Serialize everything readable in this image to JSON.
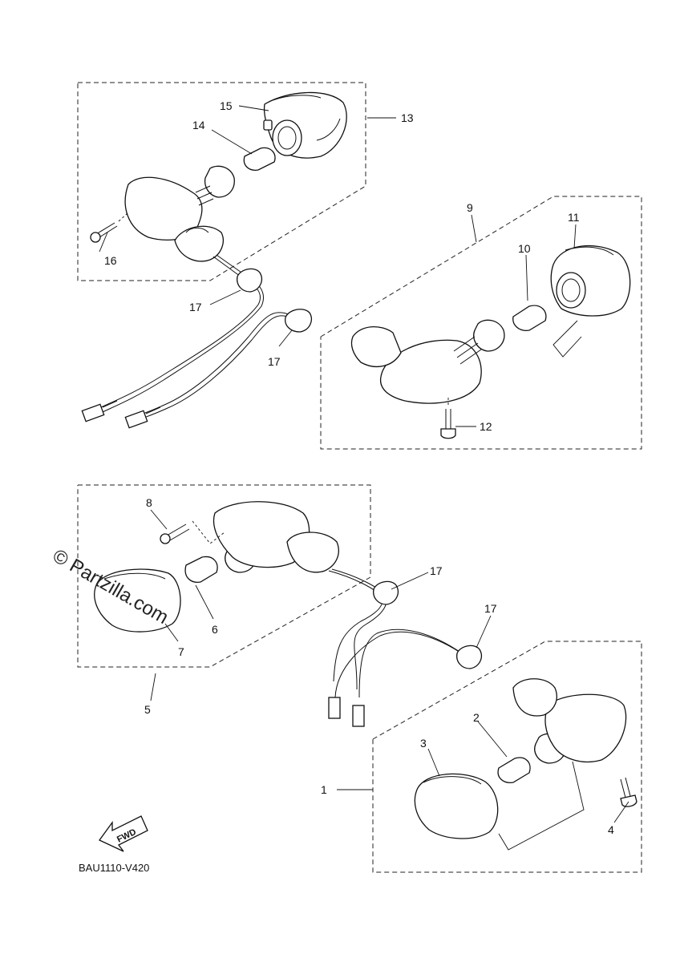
{
  "diagram": {
    "code": "BAU1110-V420",
    "watermark": "© Partzilla.com",
    "fwd_label": "FWD",
    "callouts": {
      "c1": "1",
      "c2": "2",
      "c3": "3",
      "c4": "4",
      "c5": "5",
      "c6": "6",
      "c7": "7",
      "c8": "8",
      "c9": "9",
      "c10": "10",
      "c11": "11",
      "c12": "12",
      "c13": "13",
      "c14": "14",
      "c15": "15",
      "c16": "16",
      "c17a": "17",
      "c17b": "17",
      "c17c": "17",
      "c17d": "17"
    }
  }
}
